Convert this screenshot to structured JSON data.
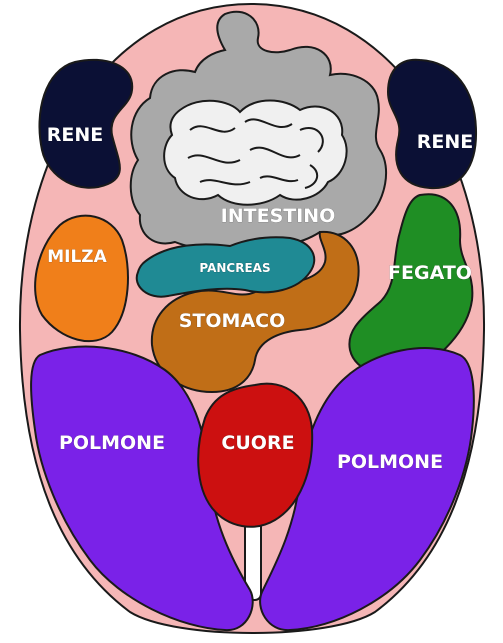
{
  "diagram": {
    "labels": {
      "kidney_left": "RENE",
      "kidney_right": "RENE",
      "intestine": "INTESTINO",
      "spleen": "MILZA",
      "pancreas": "PANCREAS",
      "liver": "FEGATO",
      "stomach": "STOMACO",
      "lung_left": "POLMONE",
      "heart": "CUORE",
      "lung_right": "POLMONE"
    },
    "colors": {
      "background_oval": "#f5b6b6",
      "kidney": "#0b1035",
      "intestine": "#a9a9a9",
      "spleen": "#f07f1a",
      "pancreas": "#1f8a94",
      "liver": "#1f8e24",
      "stomach": "#c06e17",
      "lung": "#7a22e8",
      "heart": "#cc1010"
    }
  }
}
